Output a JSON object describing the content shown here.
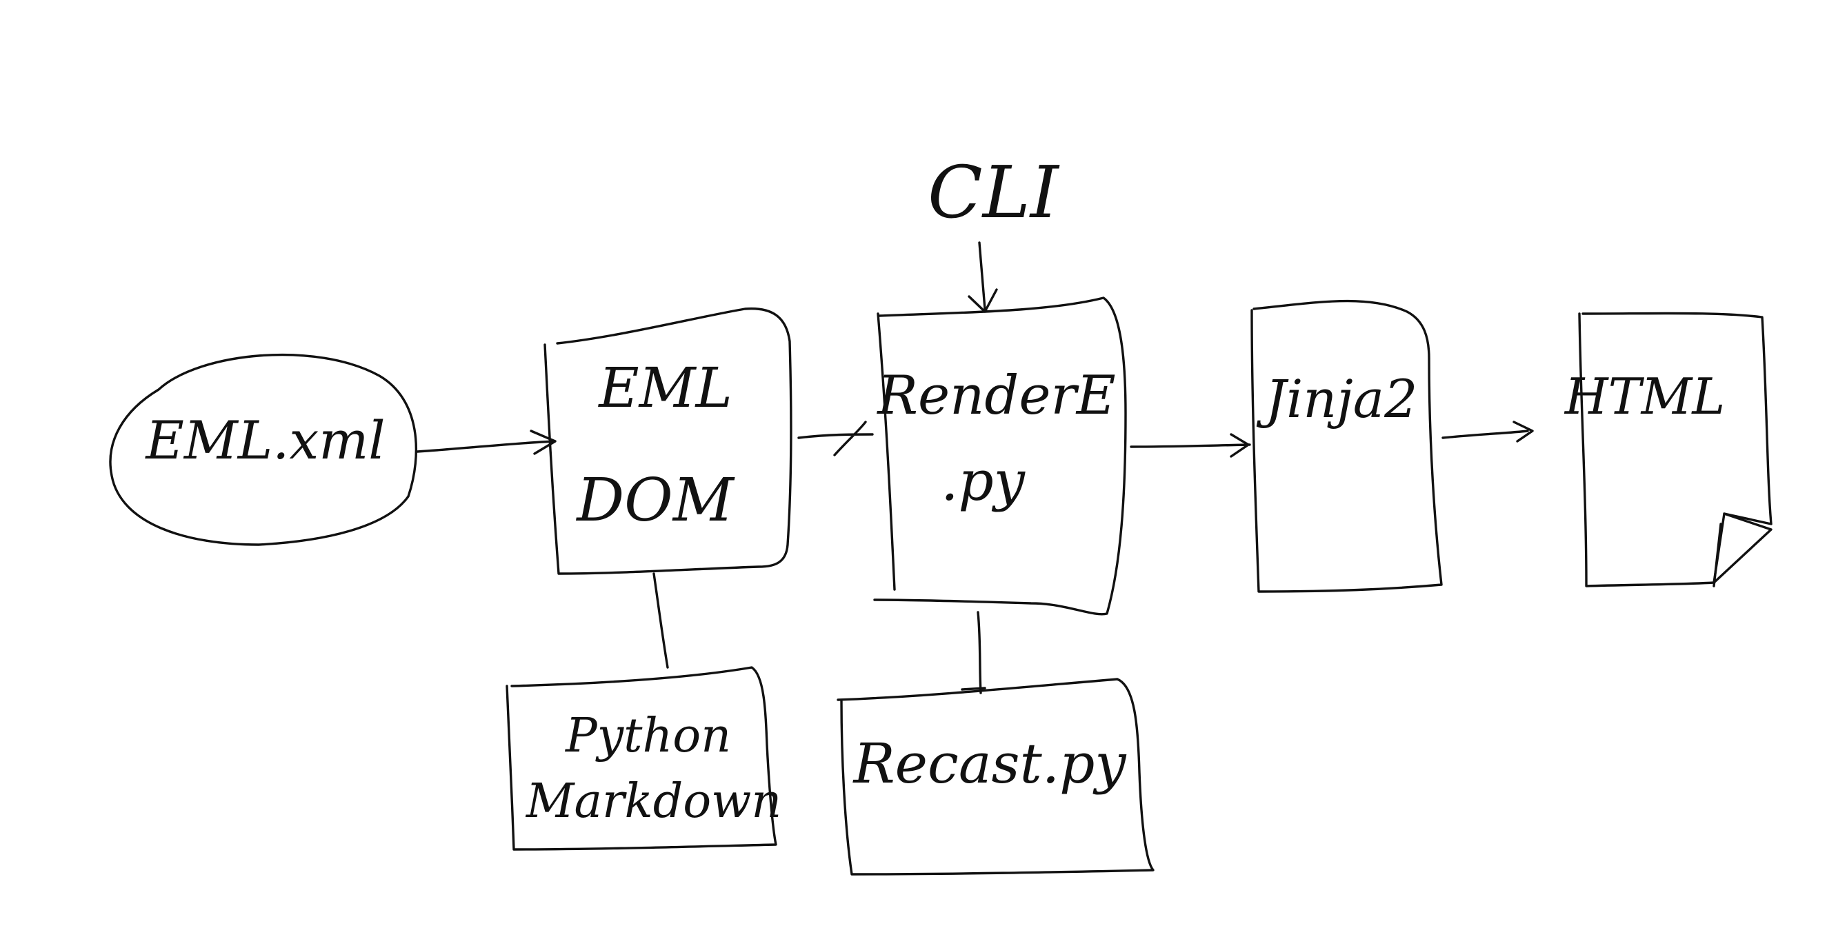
{
  "colors": {
    "background": "#ffffff",
    "ink": "#111111"
  },
  "nodes": {
    "eml_xml": "EML.xml",
    "eml_dom_line1": "EML",
    "eml_dom_line2": "DOM",
    "cli": "CLI",
    "render_line1": "RenderE",
    "render_line2": ".py",
    "jinja2": "Jinja2",
    "html": "HTML",
    "python_markdown_line1": "Python",
    "python_markdown_line2": "Markdown",
    "recast": "Recast.py"
  }
}
